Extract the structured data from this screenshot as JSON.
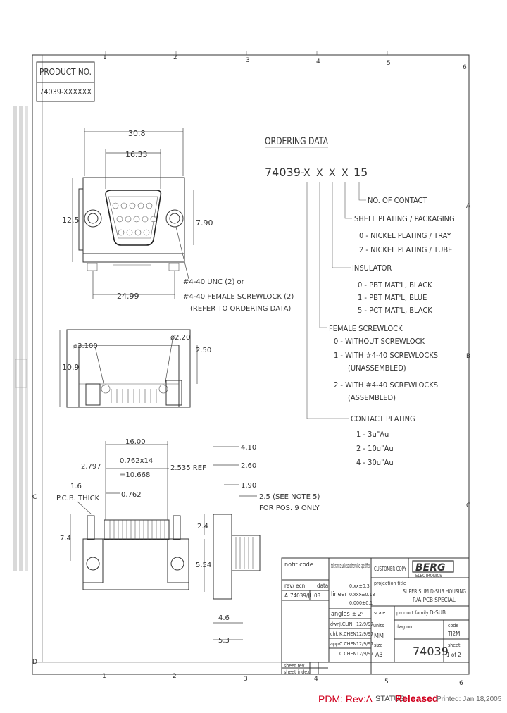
{
  "product_box": {
    "header": "PRODUCT NO.",
    "value": "74039-XXXXXX"
  },
  "border": {
    "top_zones": [
      "1",
      "2",
      "3",
      "4",
      "5",
      "6"
    ],
    "bottom_zones": [
      "1",
      "2",
      "3",
      "4",
      "5",
      "6"
    ],
    "right_zones": [
      "A",
      "B",
      "C"
    ],
    "left_zones": [
      "C",
      "D"
    ]
  },
  "ordering": {
    "title": "ORDERING DATA",
    "code": "74039-",
    "code_xs": [
      "X",
      "X",
      "X",
      "X"
    ],
    "code_end": "15",
    "contacts": "NO. OF CONTACT",
    "shell_heading": "SHELL PLATING / PACKAGING",
    "shell_opts": [
      "0 - NICKEL PLATING / TRAY",
      "2 - NICKEL PLATING / TUBE"
    ],
    "insulator_heading": "INSULATOR",
    "insulator_opts": [
      "0 - PBT MAT'L, BLACK",
      "1 - PBT MAT'L, BLUE",
      "5 - PCT MAT'L, BLACK"
    ],
    "screwlock_heading": "FEMALE SCREWLOCK",
    "screwlock_opts": [
      "0 - WITHOUT SCREWLOCK",
      "1 - WITH #4-40 SCREWLOCKS",
      "(UNASSEMBLED)",
      "2 - WITH #4-40 SCREWLOCKS",
      "(ASSEMBLED)"
    ],
    "plating_heading": "CONTACT PLATING",
    "plating_opts": [
      "1 - 3u\"Au",
      "2 - 10u\"Au",
      "4 - 30u\"Au"
    ]
  },
  "dims": {
    "front": [
      "30.8",
      "16.33",
      "12.5",
      "7.90",
      "24.99",
      "#4-40 UNC (2) or",
      "#4-40 FEMALE SCREWLOCK (2)",
      "(REFER TO ORDERING DATA)"
    ],
    "top": [
      "ø3.100",
      "ø2.20",
      "10.9",
      "2.50"
    ],
    "bottom": [
      "16.00",
      "2.797",
      "0.762x14",
      "=10.668",
      "2.535 REF",
      "0.762",
      "1.6",
      "P.C.B. THICK",
      "7.4",
      "4.10",
      "2.60",
      "1.90",
      "2.5 (SEE NOTE 5)",
      "FOR POS. 9 ONLY",
      "2.4",
      "5.54",
      "4.6",
      "5.3"
    ]
  },
  "title_block": {
    "rev_hdr": "rev/ ecn",
    "rev_row": [
      "A",
      "74039/JL",
      "03"
    ],
    "tolerance": "tolerance unless otherwise specified",
    "tol_vals": [
      "0.xx±0.3",
      "0.xxx±0.13",
      "0.000±0.1"
    ],
    "linear": "linear",
    "angles": "angles",
    "angles_val": "± 2°",
    "customer": "CUSTOMER COPY",
    "company": "BERG",
    "company_sub": "ELECTRONICS",
    "proj_title": "projection title",
    "title_lines": [
      "SUPER SLIM D-SUB HOUSING",
      "R/A PCB SPECIAL"
    ],
    "dwn_rows": [
      [
        "dwn",
        "J.CLIN",
        "12/9/97"
      ],
      [
        "chk",
        "K.CHEN",
        "12/9/97"
      ],
      [
        "appr",
        "C.CHEN",
        "12/9/97"
      ],
      [
        "",
        "C.CHEN",
        "12/9/97"
      ]
    ],
    "scale": "scale",
    "units": "units",
    "units_val": "MM",
    "dwg_no": "dwg no.",
    "size": "size",
    "size_val": "A3",
    "number": "74039",
    "family": "product family",
    "family_val": "D-SUB",
    "code_lbl": "code",
    "code_val": "TJ2M",
    "sheet_lbl": "sheet",
    "sheet_val": "1 of 2",
    "sheet_rev": "sheet rev",
    "sheet_index": "sheet index",
    "notcode": "notit code",
    "data": "data"
  },
  "footer": {
    "pdm": "PDM: Rev:A",
    "status_lbl": "STATUS:",
    "status": "Released",
    "printed": "Printed: Jan 18,2005"
  },
  "colors": {
    "red": "#d0001e",
    "ink": "#333333"
  }
}
